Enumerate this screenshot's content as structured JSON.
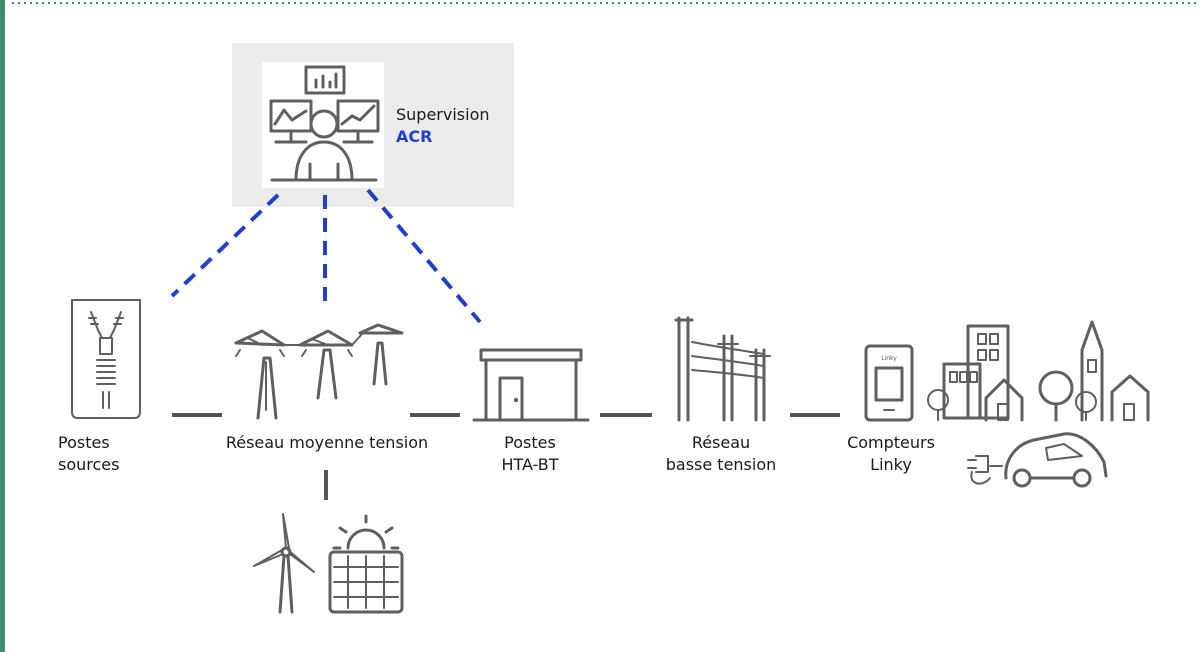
{
  "colors": {
    "frame_accent": "#3d8c6c",
    "supervision_box": "#ececec",
    "acr_blue": "#1f3fd1",
    "icon_gray": "#5f5f5f"
  },
  "supervision": {
    "title": "Supervision",
    "subtitle": "ACR"
  },
  "nodes": [
    {
      "id": "postes-sources",
      "lines": [
        "Postes",
        "sources"
      ],
      "icon": "transformer-icon"
    },
    {
      "id": "reseau-moyenne-tension",
      "lines": [
        "Réseau moyenne tension"
      ],
      "icon": "pylons-icon"
    },
    {
      "id": "postes-hta-bt",
      "lines": [
        "Postes",
        "HTA-BT"
      ],
      "icon": "substation-icon"
    },
    {
      "id": "reseau-basse-tension",
      "lines": [
        "Réseau",
        "basse tension"
      ],
      "icon": "power-poles-icon"
    },
    {
      "id": "compteurs-linky",
      "lines": [
        "Compteurs",
        "Linky"
      ],
      "icon": "linky-meter-icon"
    }
  ],
  "linky_screen_text": "Linky",
  "renewables": [
    "wind-turbine-icon",
    "solar-panel-icon"
  ],
  "consumers": [
    "buildings-icon",
    "houses-icon",
    "church-icon",
    "electric-car-icon"
  ]
}
